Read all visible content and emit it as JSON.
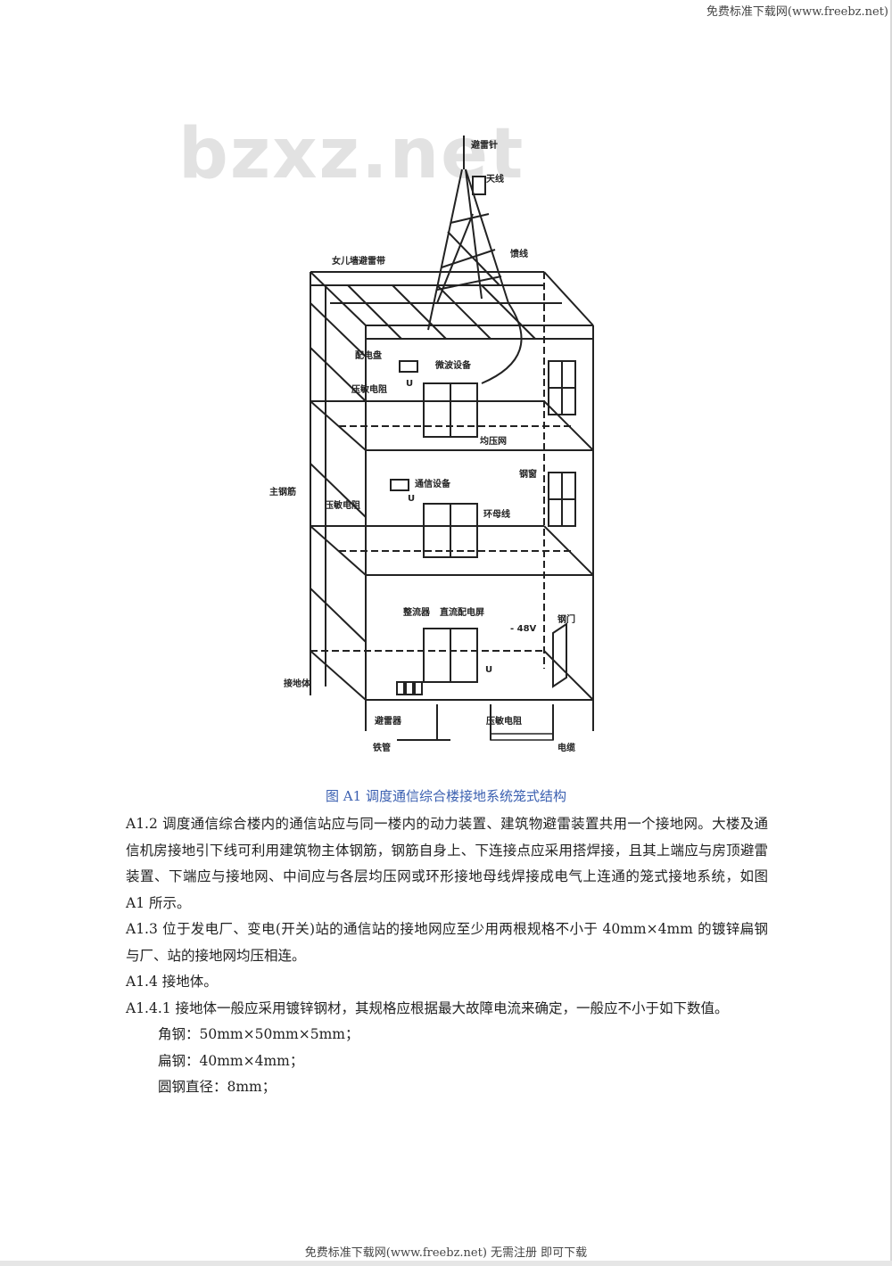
{
  "header": {
    "site": "免费标准下载网(www.freebz.net)"
  },
  "watermark": "bzxz.net",
  "figure": {
    "labels": {
      "lightning_rod": "避雷针",
      "antenna": "天线",
      "feeder": "馈线",
      "parapet_lightning_belt": "女儿墙避雷带",
      "distribution_panel": "配电盘",
      "microwave_equipment": "微波设备",
      "varistor_top": "压敏电阻",
      "varistor_mid": "压敏电阻",
      "varistor_bottom": "压敏电阻",
      "voltage_u_top": "U",
      "voltage_u_mid": "U",
      "voltage_u_bottom": "U",
      "equipotential_mesh": "均压网",
      "main_rebar": "主钢筋",
      "steel_window": "钢窗",
      "comm_equipment": "通信设备",
      "ring_busbar": "环母线",
      "rectifier": "整流器",
      "dc_panel": "直流配电屏",
      "dc_voltage": "- 48V",
      "steel_door": "钢门",
      "grounding_body": "接地体",
      "arrester": "避雷器",
      "iron_pipe": "铁管",
      "cable": "电缆"
    },
    "caption": "图  A1  调度通信综合楼接地系统笼式结构"
  },
  "body": {
    "paragraphs": [
      "A1.2  调度通信综合楼内的通信站应与同一楼内的动力装置、建筑物避雷装置共用一个接地网。大楼及通信机房接地引下线可利用建筑物主体钢筋，钢筋自身上、下连接点应采用搭焊接，且其上端应与房顶避雷装置、下端应与接地网、中间应与各层均压网或环形接地母线焊接成电气上连通的笼式接地系统，如图  A1 所示。",
      "A1.3  位于发电厂、变电(开关)站的通信站的接地网应至少用两根规格不小于  40mm×4mm 的镀锌扁钢与厂、站的接地网均压相连。",
      "A1.4  接地体。",
      "A1.4.1  接地体一般应采用镀锌钢材，其规格应根据最大故障电流来确定，一般应不小于如下数值。"
    ],
    "specs": [
      "角钢：50mm×50mm×5mm；",
      "扁钢：40mm×4mm；",
      "圆钢直径：8mm；"
    ]
  },
  "footer": {
    "text": "免费标准下载网(www.freebz.net) 无需注册 即可下载"
  },
  "colors": {
    "caption": "#3a5fb0",
    "text": "#222222",
    "watermark": "#e2e2e2"
  }
}
